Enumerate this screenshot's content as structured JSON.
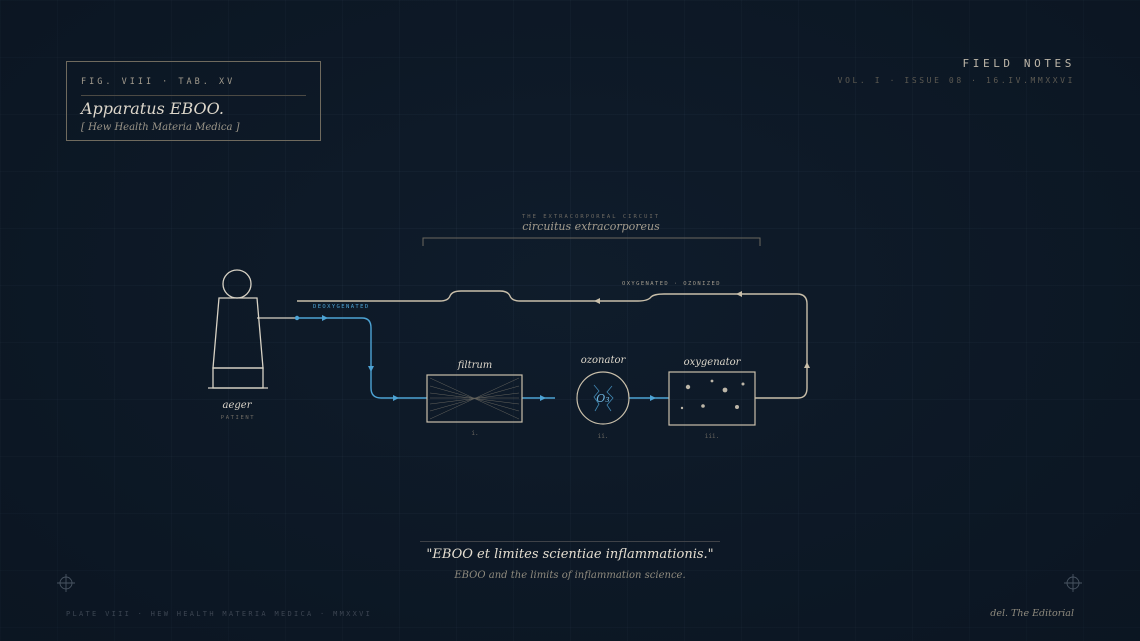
{
  "figure": {
    "label": "FIG. VIII · TAB. XV",
    "title": "Apparatus EBOO.",
    "subtitle": "[ Hew Health Materia Medica ]"
  },
  "masthead": {
    "title": "FIELD NOTES",
    "issue": "VOL. I · ISSUE 08 · 16.IV.MMXXVI"
  },
  "circuit": {
    "caption": "THE EXTRACORPOREAL CIRCUIT",
    "title": "circuitus extracorporeus"
  },
  "flow": {
    "deoxygenated": "DEOXYGENATED",
    "oxygenated": "OXYGENATED · OZONIZED"
  },
  "patient": {
    "label": "aeger",
    "sublabel": "PATIENT"
  },
  "stages": [
    {
      "label": "filtrum",
      "numeral": "i."
    },
    {
      "label": "ozonator",
      "numeral": "ii.",
      "symbol": "O₃"
    },
    {
      "label": "oxygenator",
      "numeral": "iii."
    }
  ],
  "quote": {
    "latin": "\"EBOO et limites scientiae inflammationis.\"",
    "translation": "EBOO and the limits of inflammation science."
  },
  "footer": {
    "plate": "PLATE VIII · HEW HEALTH MATERIA MEDICA · MMXXVI",
    "editorial": "del. The Editorial"
  },
  "colors": {
    "background": "#0f1c2b",
    "venous_blue": "#4da3d4",
    "arterial_beige": "#c9bfaa",
    "ink": "#d8d2c5"
  }
}
